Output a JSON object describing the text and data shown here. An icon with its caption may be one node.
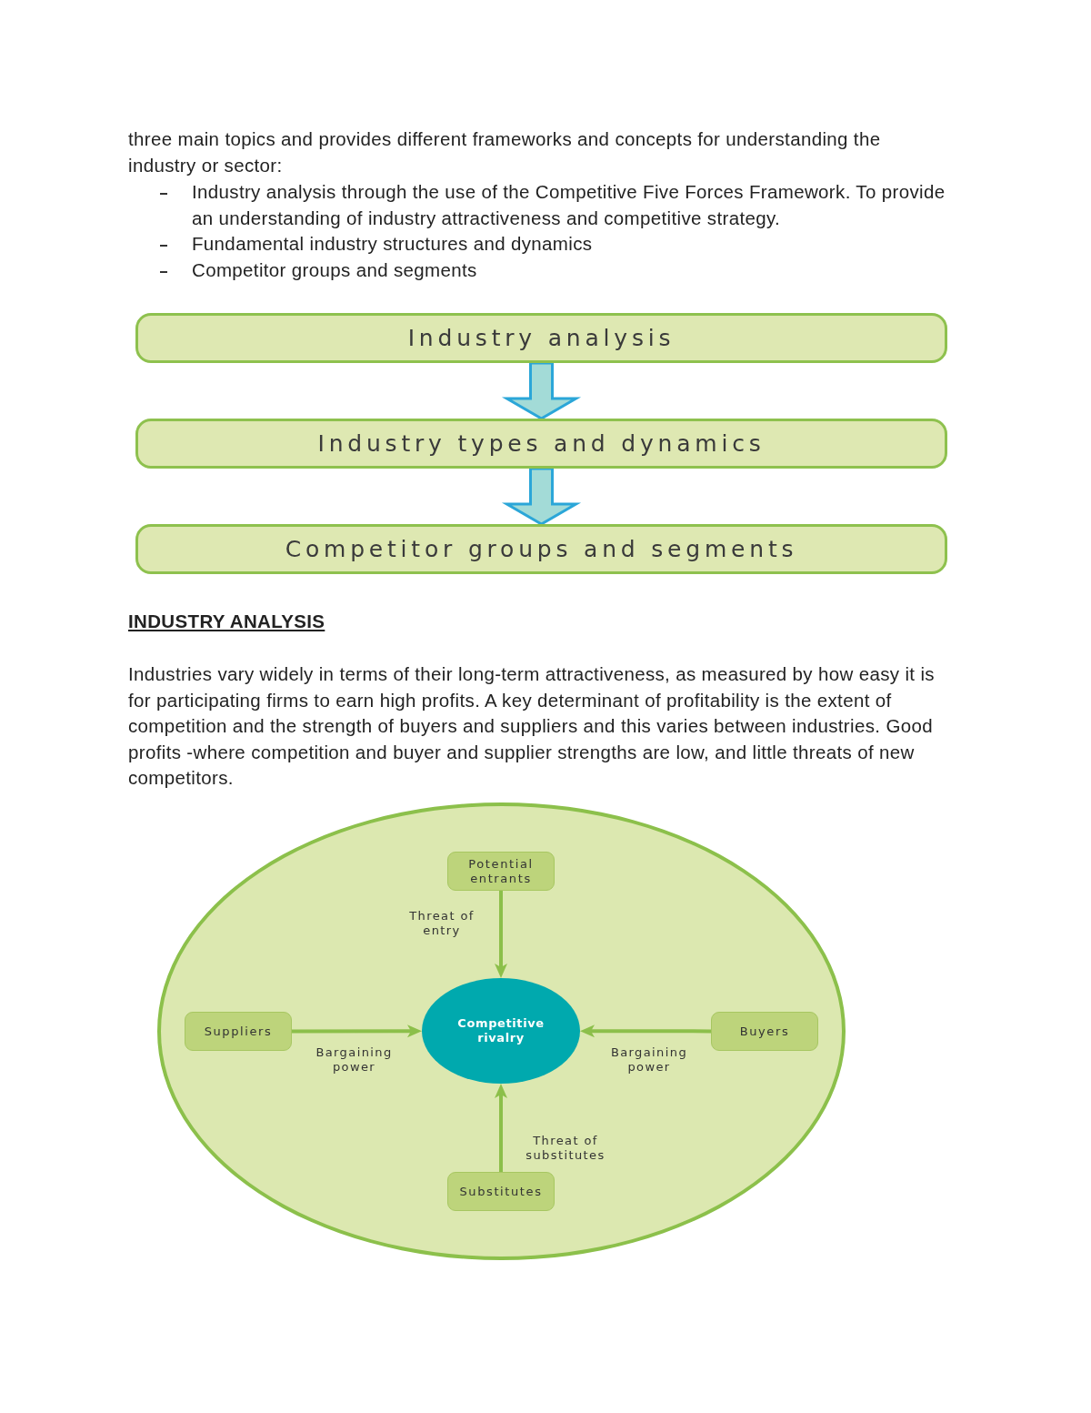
{
  "diagram": {
    "nodes": [
      {
        "text": [
          "Industry analysis"
        ]
      },
      {
        "text": [
          "Industry types and dynamics"
        ]
      },
      {
        "text": [
          "Competitor groups and segments"
        ]
      },
      {
        "text": [],
        "shape": "ellipse"
      },
      {
        "text": [
          "Potential entrants"
        ],
        "in": 3
      },
      {
        "text": [
          "Suppliers"
        ],
        "in": 3
      },
      {
        "text": [
          "Competitive rivalry"
        ],
        "in": 3
      },
      {
        "text": [
          "Buyers"
        ],
        "in": 3
      },
      {
        "text": [
          "Substitutes"
        ],
        "in": 3
      }
    ],
    "edges": [
      {
        "from": 0,
        "to": 1,
        "arrow": "to",
        "style": "thick",
        "color": "#2ba6d8"
      },
      {
        "from": 1,
        "to": 2,
        "arrow": "to",
        "style": "thick",
        "color": "#2ba6d8"
      },
      {
        "from": 4,
        "to": 6,
        "arrow": "to",
        "label": "Threat of entry"
      },
      {
        "from": 5,
        "to": 6,
        "arrow": "to",
        "label": "Bargaining power"
      },
      {
        "from": 7,
        "to": 6,
        "arrow": "to",
        "label": "Bargaining power"
      },
      {
        "from": 8,
        "to": 6,
        "arrow": "to",
        "label": "Threat of substitutes"
      }
    ],
    "labels": [
      "three main topics and provides different frameworks and concepts for understanding the industry or sector:",
      "Industry analysis through the use of the Competitive Five Forces Framework. To provide an understanding of industry attractiveness and competitive strategy.",
      "Fundamental industry structures and dynamics",
      "Competitor groups and segments",
      "INDUSTRY ANALYSIS",
      "Industries vary widely in terms of their long-term attractiveness, as measured by how easy it is for participating firms to earn high profits. A key determinant of profitability is the extent of competition and the strength of buyers and suppliers and this varies between industries. Good profits -where competition and buyer and supplier strengths are low, and little threats of new competitors."
    ]
  }
}
